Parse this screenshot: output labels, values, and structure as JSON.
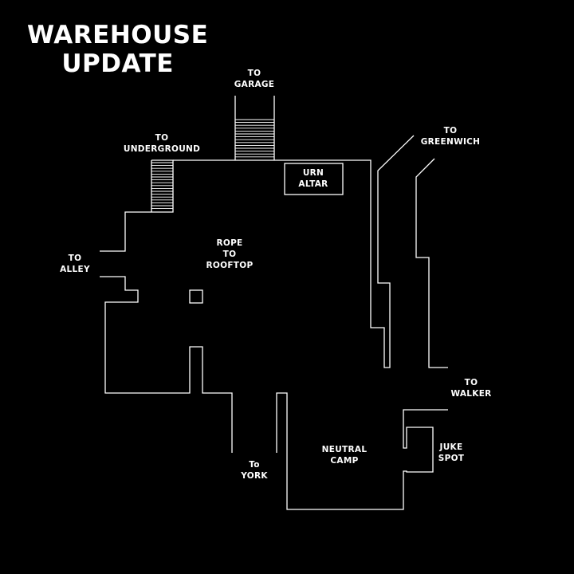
{
  "title": {
    "line1": "WAREHOUSE",
    "line2": "UPDATE"
  },
  "labels": {
    "garage": [
      "TO",
      "GARAGE"
    ],
    "underground": [
      "TO",
      "UNDERGROUND"
    ],
    "greenwich": [
      "TO",
      "GREENWICH"
    ],
    "urn": [
      "URN",
      "ALTAR"
    ],
    "rope": [
      "ROPE",
      "TO",
      "ROOFTOP"
    ],
    "alley": [
      "TO",
      "ALLEY"
    ],
    "walker": [
      "TO",
      "WALKER"
    ],
    "juke": [
      "JUKE",
      "SPOT"
    ],
    "neutral": [
      "NEUTRAL",
      "CAMP"
    ],
    "york": [
      "To",
      "YORK"
    ]
  },
  "colors": {
    "background": "#000000",
    "lines": "#ffffff"
  }
}
